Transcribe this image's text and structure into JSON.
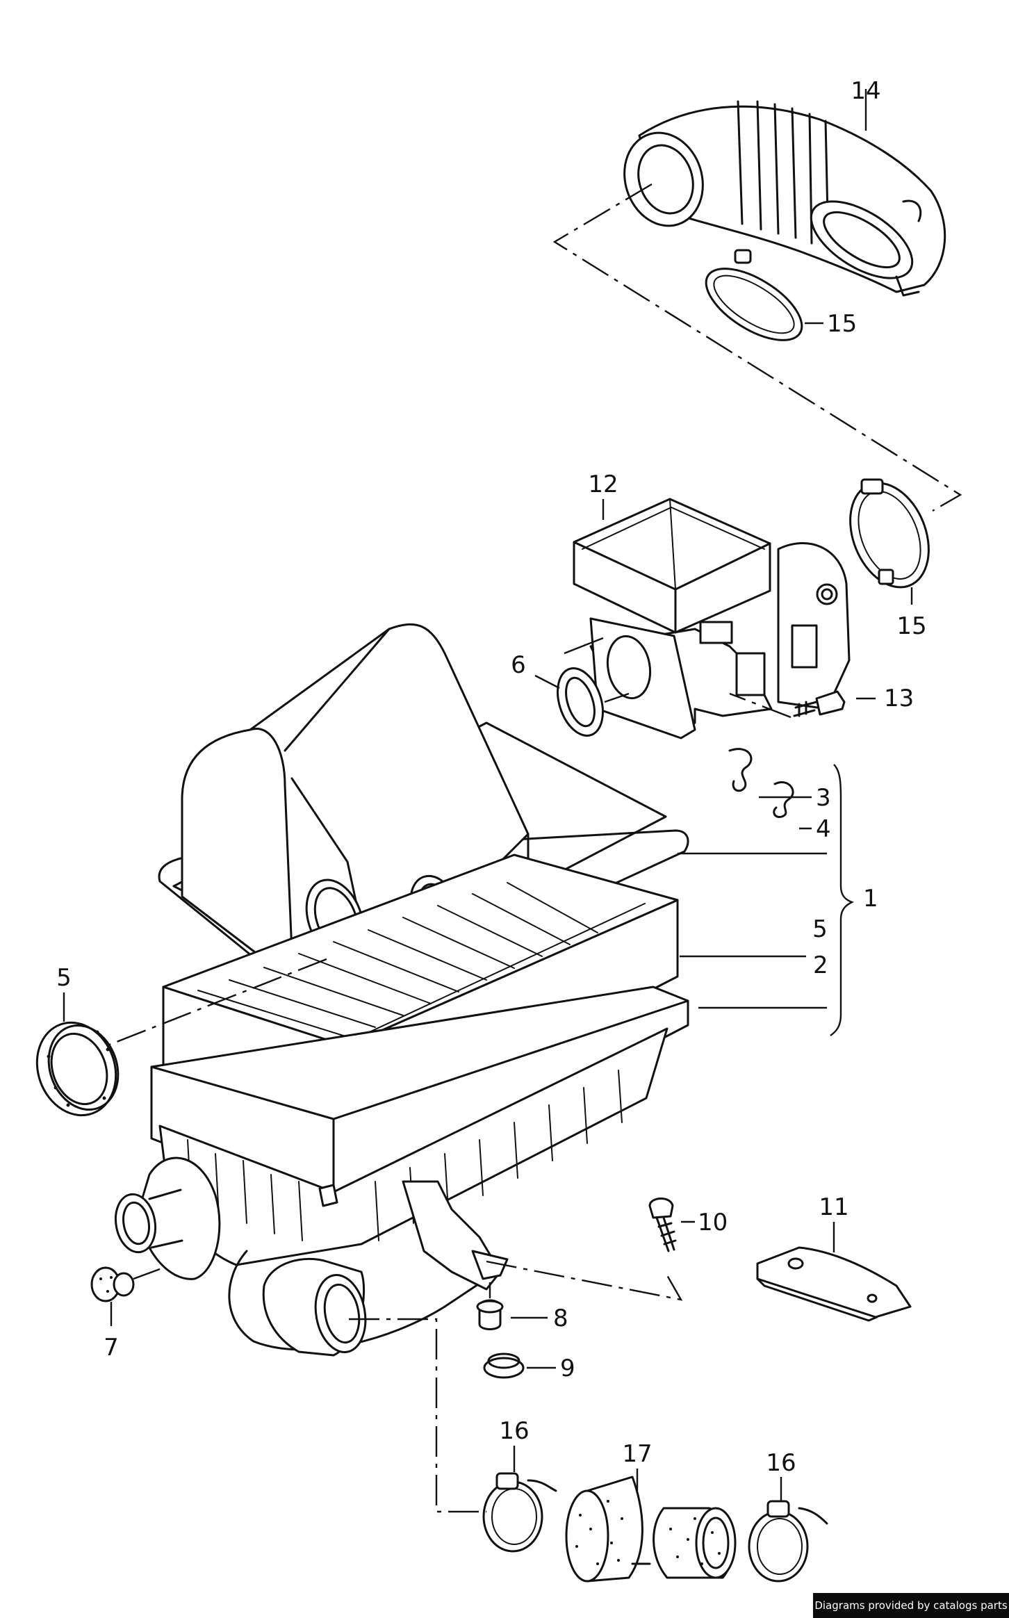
{
  "diagram": {
    "callouts": [
      {
        "id": "14",
        "label": "14"
      },
      {
        "id": "15a",
        "label": "15"
      },
      {
        "id": "12",
        "label": "12"
      },
      {
        "id": "15b",
        "label": "15"
      },
      {
        "id": "6",
        "label": "6"
      },
      {
        "id": "13",
        "label": "13"
      },
      {
        "id": "3",
        "label": "3"
      },
      {
        "id": "4",
        "label": "4"
      },
      {
        "id": "1",
        "label": "1"
      },
      {
        "id": "5a",
        "label": "5"
      },
      {
        "id": "2",
        "label": "2"
      },
      {
        "id": "5b",
        "label": "5"
      },
      {
        "id": "10",
        "label": "10"
      },
      {
        "id": "11",
        "label": "11"
      },
      {
        "id": "7",
        "label": "7"
      },
      {
        "id": "8",
        "label": "8"
      },
      {
        "id": "9",
        "label": "9"
      },
      {
        "id": "16a",
        "label": "16"
      },
      {
        "id": "17",
        "label": "17"
      },
      {
        "id": "16b",
        "label": "16"
      }
    ]
  },
  "footer": {
    "credit": "Diagrams provided by catalogs parts"
  }
}
